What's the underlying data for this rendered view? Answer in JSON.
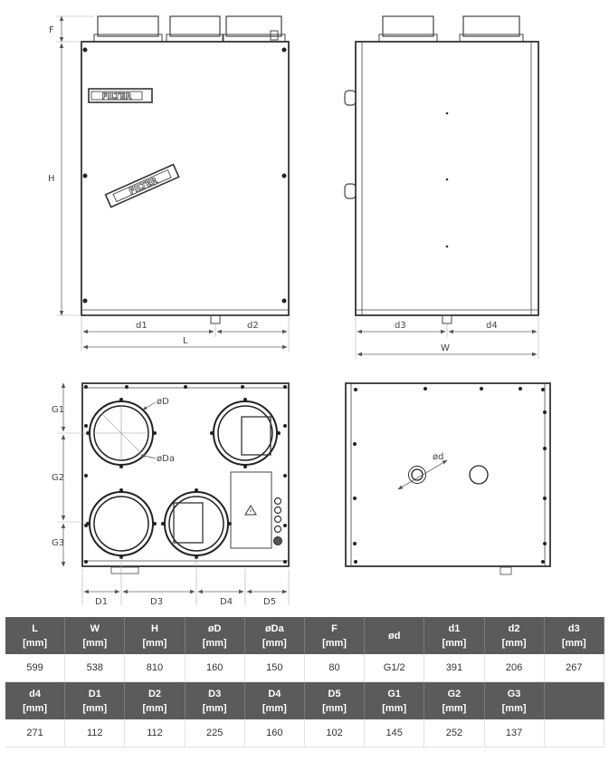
{
  "drawing_labels": {
    "f": "F",
    "h": "H",
    "d1": "d1",
    "d2": "d2",
    "l": "L",
    "d3": "d3",
    "d4": "d4",
    "w": "W",
    "g1": "G1",
    "g2": "G2",
    "g3": "G3",
    "D1": "D1",
    "D3": "D3",
    "D4": "D4",
    "D5": "D5",
    "od": "øD",
    "oda": "øDa",
    "osd": "ød",
    "filter1": "FILTER",
    "filter2": "FILTER"
  },
  "table": {
    "unit": "[mm]",
    "row1": {
      "headers": [
        {
          "name": "L",
          "unit": true
        },
        {
          "name": "W",
          "unit": true
        },
        {
          "name": "H",
          "unit": true
        },
        {
          "name": "øD",
          "unit": true
        },
        {
          "name": "øDa",
          "unit": true
        },
        {
          "name": "F",
          "unit": true
        },
        {
          "name": "ød",
          "unit": false
        },
        {
          "name": "d1",
          "unit": true
        },
        {
          "name": "d2",
          "unit": true
        },
        {
          "name": "d3",
          "unit": true
        }
      ],
      "values": [
        "599",
        "538",
        "810",
        "160",
        "150",
        "80",
        "G1/2",
        "391",
        "206",
        "267"
      ]
    },
    "row2": {
      "headers": [
        {
          "name": "d4",
          "unit": true
        },
        {
          "name": "D1",
          "unit": true
        },
        {
          "name": "D2",
          "unit": true
        },
        {
          "name": "D3",
          "unit": true
        },
        {
          "name": "D4",
          "unit": true
        },
        {
          "name": "D5",
          "unit": true
        },
        {
          "name": "G1",
          "unit": true
        },
        {
          "name": "G2",
          "unit": true
        },
        {
          "name": "G3",
          "unit": true
        },
        {
          "name": "",
          "unit": false
        }
      ],
      "values": [
        "271",
        "112",
        "112",
        "225",
        "160",
        "102",
        "145",
        "252",
        "137",
        ""
      ]
    }
  }
}
